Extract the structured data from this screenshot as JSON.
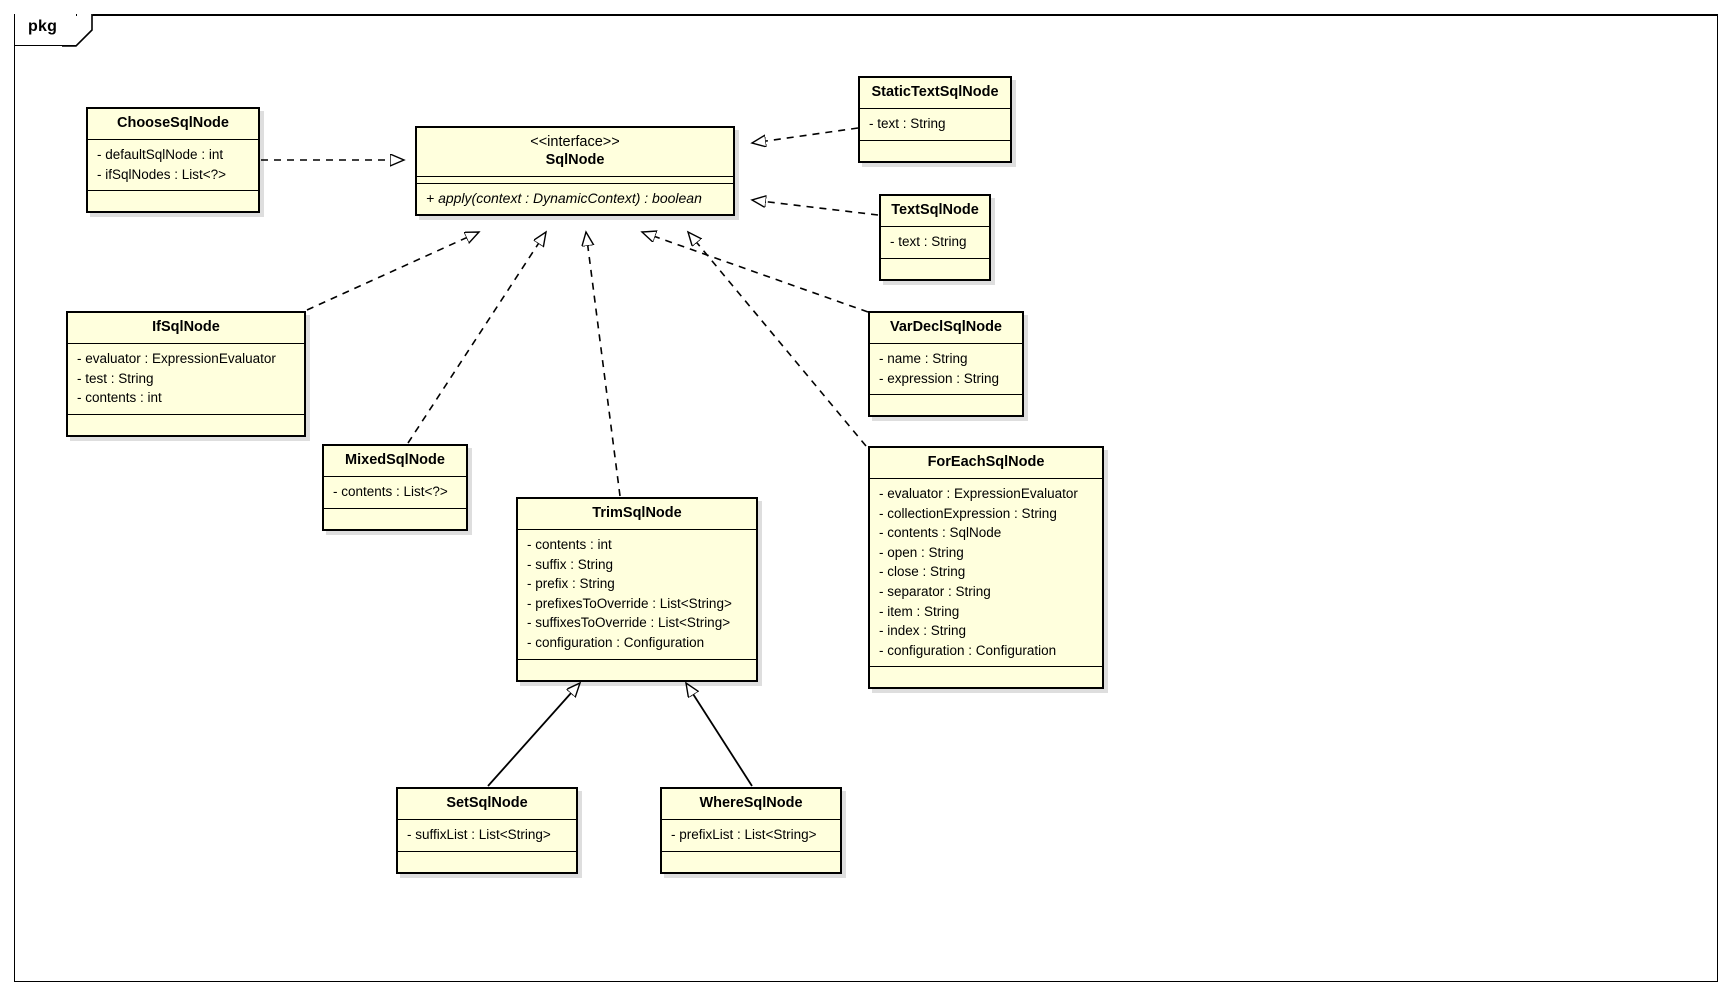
{
  "diagram": {
    "package_label": "pkg",
    "type": "uml-class-diagram"
  },
  "classes": {
    "sqlnode": {
      "stereotype": "<<interface>>",
      "name": "SqlNode",
      "attributes": [],
      "operations": [
        "+ apply(context : DynamicContext) : boolean"
      ]
    },
    "choosesqlnode": {
      "name": "ChooseSqlNode",
      "attributes": [
        "- defaultSqlNode : int",
        "- ifSqlNodes : List<?>"
      ],
      "operations": []
    },
    "statictextsqlnode": {
      "name": "StaticTextSqlNode",
      "attributes": [
        "- text : String"
      ],
      "operations": []
    },
    "textsqlnode": {
      "name": "TextSqlNode",
      "attributes": [
        "- text : String"
      ],
      "operations": []
    },
    "ifsqlnode": {
      "name": "IfSqlNode",
      "attributes": [
        "- evaluator : ExpressionEvaluator",
        "- test : String",
        "- contents : int"
      ],
      "operations": []
    },
    "vardeclsqlnode": {
      "name": "VarDeclSqlNode",
      "attributes": [
        "- name : String",
        "- expression : String"
      ],
      "operations": []
    },
    "mixedsqlnode": {
      "name": "MixedSqlNode",
      "attributes": [
        "- contents : List<?>"
      ],
      "operations": []
    },
    "trimsqlnode": {
      "name": "TrimSqlNode",
      "attributes": [
        "- contents : int",
        "- suffix : String",
        "- prefix : String",
        "- prefixesToOverride : List<String>",
        "- suffixesToOverride : List<String>",
        "- configuration : Configuration"
      ],
      "operations": []
    },
    "foreachsqlnode": {
      "name": "ForEachSqlNode",
      "attributes": [
        "- evaluator : ExpressionEvaluator",
        "- collectionExpression : String",
        "- contents : SqlNode",
        "- open : String",
        "- close : String",
        "- separator : String",
        "- item : String",
        "- index : String",
        "- configuration : Configuration"
      ],
      "operations": []
    },
    "setsqlnode": {
      "name": "SetSqlNode",
      "attributes": [
        "- suffixList : List<String>"
      ],
      "operations": []
    },
    "wheresqlnode": {
      "name": "WhereSqlNode",
      "attributes": [
        "- prefixList : List<String>"
      ],
      "operations": []
    }
  },
  "relationships": [
    {
      "from": "ChooseSqlNode",
      "to": "SqlNode",
      "kind": "realization"
    },
    {
      "from": "StaticTextSqlNode",
      "to": "SqlNode",
      "kind": "realization"
    },
    {
      "from": "TextSqlNode",
      "to": "SqlNode",
      "kind": "realization"
    },
    {
      "from": "IfSqlNode",
      "to": "SqlNode",
      "kind": "realization"
    },
    {
      "from": "MixedSqlNode",
      "to": "SqlNode",
      "kind": "realization"
    },
    {
      "from": "TrimSqlNode",
      "to": "SqlNode",
      "kind": "realization"
    },
    {
      "from": "VarDeclSqlNode",
      "to": "SqlNode",
      "kind": "realization"
    },
    {
      "from": "ForEachSqlNode",
      "to": "SqlNode",
      "kind": "realization"
    },
    {
      "from": "SetSqlNode",
      "to": "TrimSqlNode",
      "kind": "generalization"
    },
    {
      "from": "WhereSqlNode",
      "to": "TrimSqlNode",
      "kind": "generalization"
    }
  ],
  "style": {
    "box_fill": "#ffffdd",
    "box_border": "#000000",
    "background": "#ffffff"
  }
}
